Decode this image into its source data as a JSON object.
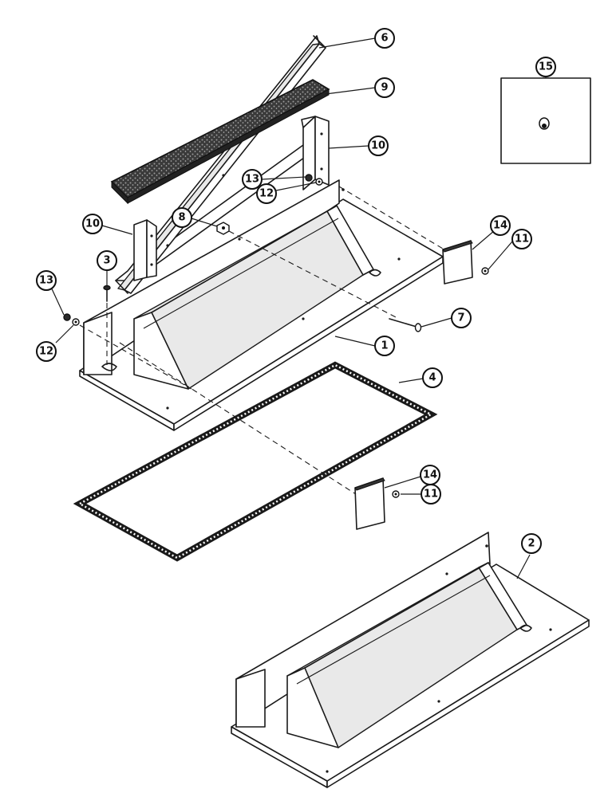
{
  "diagram": {
    "callouts": [
      {
        "id": "6",
        "label": "6"
      },
      {
        "id": "9",
        "label": "9"
      },
      {
        "id": "15",
        "label": "15"
      },
      {
        "id": "10a",
        "label": "10"
      },
      {
        "id": "13a",
        "label": "13"
      },
      {
        "id": "12a",
        "label": "12"
      },
      {
        "id": "10b",
        "label": "10"
      },
      {
        "id": "8",
        "label": "8"
      },
      {
        "id": "14a",
        "label": "14"
      },
      {
        "id": "11a",
        "label": "11"
      },
      {
        "id": "3",
        "label": "3"
      },
      {
        "id": "13b",
        "label": "13"
      },
      {
        "id": "12b",
        "label": "12"
      },
      {
        "id": "7",
        "label": "7"
      },
      {
        "id": "1",
        "label": "1"
      },
      {
        "id": "4",
        "label": "4"
      },
      {
        "id": "14b",
        "label": "14"
      },
      {
        "id": "11b",
        "label": "11"
      },
      {
        "id": "2",
        "label": "2"
      }
    ]
  }
}
